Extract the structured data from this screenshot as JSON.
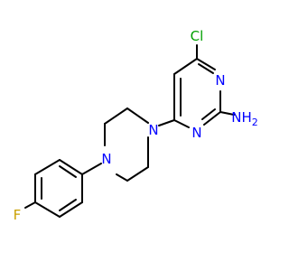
{
  "molecule": {
    "atom_labels": {
      "cl": "Cl",
      "n_ring_top": "N",
      "n_ring_bottom": "N",
      "nh2": "NH",
      "nh2_sub": "2",
      "n_pip_top": "N",
      "n_pip_bottom": "N",
      "f": "F"
    },
    "colors": {
      "bond": "#000000",
      "nitrogen": "#0000ff",
      "chlorine": "#00a000",
      "fluorine": "#c9a000",
      "amine": "#0000ff"
    }
  }
}
